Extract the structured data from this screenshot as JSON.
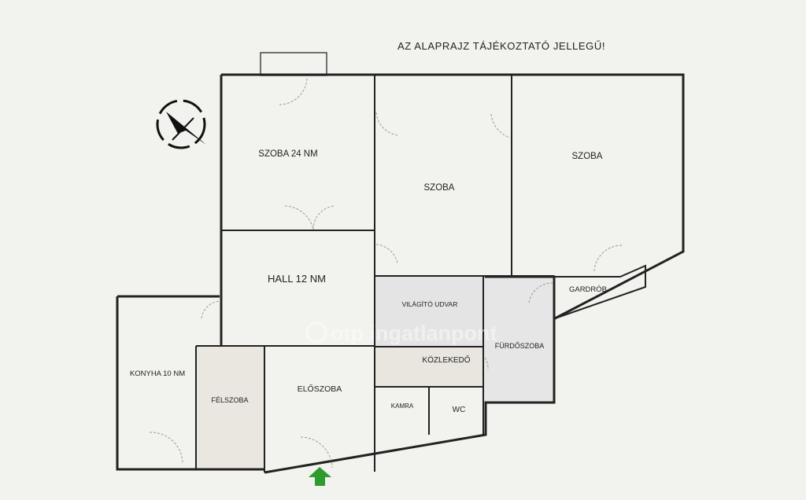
{
  "notice": "AZ ALAPRAJZ TÁJÉKOZTATÓ JELLEGŰ!",
  "watermark": "otp ingatlanpont",
  "rooms": {
    "szoba24": "SZOBA 24 NM",
    "szoba_mid": "SZOBA",
    "szoba_right": "SZOBA",
    "hall": "HALL 12 NM",
    "vilagito": "VILÁGÍTÓ UDVAR",
    "furdo": "FÜRDŐSZOBA",
    "gardrob": "GARDRÓB",
    "kozlekedo": "KÖZLEKEDŐ",
    "konyha": "KONYHA 10 NM",
    "felszoba": "FÉLSZOBA",
    "eloszoba": "ELŐSZOBA",
    "kamra": "KAMRA",
    "wc": "WC"
  },
  "colors": {
    "background": "#f2f2ee",
    "wall": "#222222",
    "vilagito_fill": "#e4e4e4",
    "furdo_fill": "#e6e6e6",
    "felszoba_fill": "#e9e7df",
    "kozlekedo_fill": "#e8e6de",
    "entrance_arrow": "#2e9b2e"
  },
  "icons": {
    "compass": "compass-icon",
    "entrance": "entrance-arrow-icon"
  }
}
